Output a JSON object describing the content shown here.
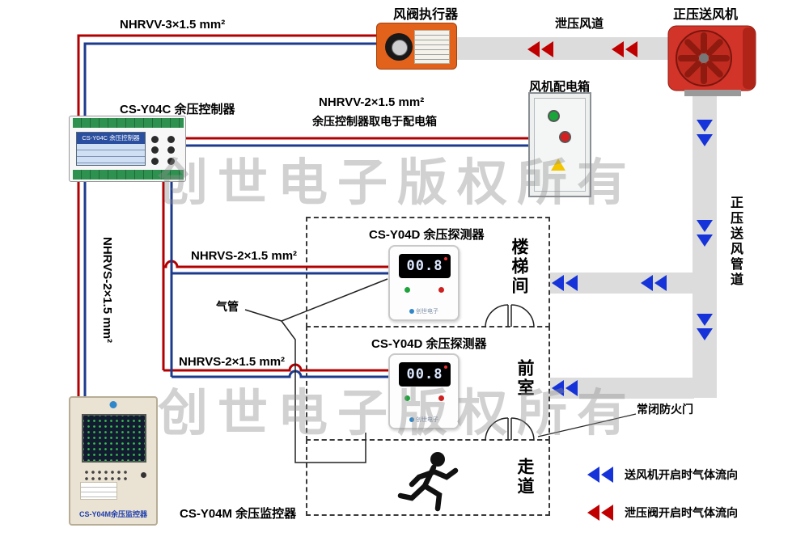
{
  "watermark": "创世电子版权所有",
  "fan": {
    "label": "正压送风机"
  },
  "actuator": {
    "label": "风阀执行器"
  },
  "relief_duct": {
    "label": "泄压风道"
  },
  "supply_duct": {
    "label": "正压送风管道"
  },
  "dist_box": {
    "label": "风机配电箱"
  },
  "controller": {
    "label": "CS-Y04C 余压控制器",
    "screen_title": "CS-Y04C 余压控制器"
  },
  "monitor": {
    "label": "CS-Y04M 余压监控器",
    "panel_text": "CS-Y04M余压监控器"
  },
  "detectors": [
    {
      "title": "CS-Y04D 余压探测器",
      "display": "00.8",
      "logo": "创世电子"
    },
    {
      "title": "CS-Y04D 余压探测器",
      "display": "00.8",
      "logo": "创世电子"
    }
  ],
  "rooms": {
    "stairwell": "楼梯间",
    "front_room": "前室",
    "corridor": "走道"
  },
  "cables": {
    "top": "NHRVV-3×1.5 mm²",
    "mid": "NHRVV-2×1.5 mm²",
    "mid_note": "余压控制器取电于配电箱",
    "left_vertical": "NHRVS-2×1.5 mm²",
    "branch1": "NHRVS-2×1.5 mm²",
    "branch2": "NHRVS-2×1.5 mm²"
  },
  "annotations": {
    "air_tube": "气管",
    "fire_door": "常闭防火门"
  },
  "legend": [
    {
      "color": "#1533d8",
      "text": "送风机开启时气体流向"
    },
    {
      "color": "#c00000",
      "text": "泄压阀开启时气体流向"
    }
  ],
  "colors": {
    "duct_gray": "#dcdcdc",
    "wire_red": "#b20000",
    "wire_blue": "#1c3b8e",
    "arrow_blue": "#1533d8",
    "arrow_red": "#c00000",
    "fan_red": "#d3342a",
    "actuator_orange": "#e2611b"
  }
}
